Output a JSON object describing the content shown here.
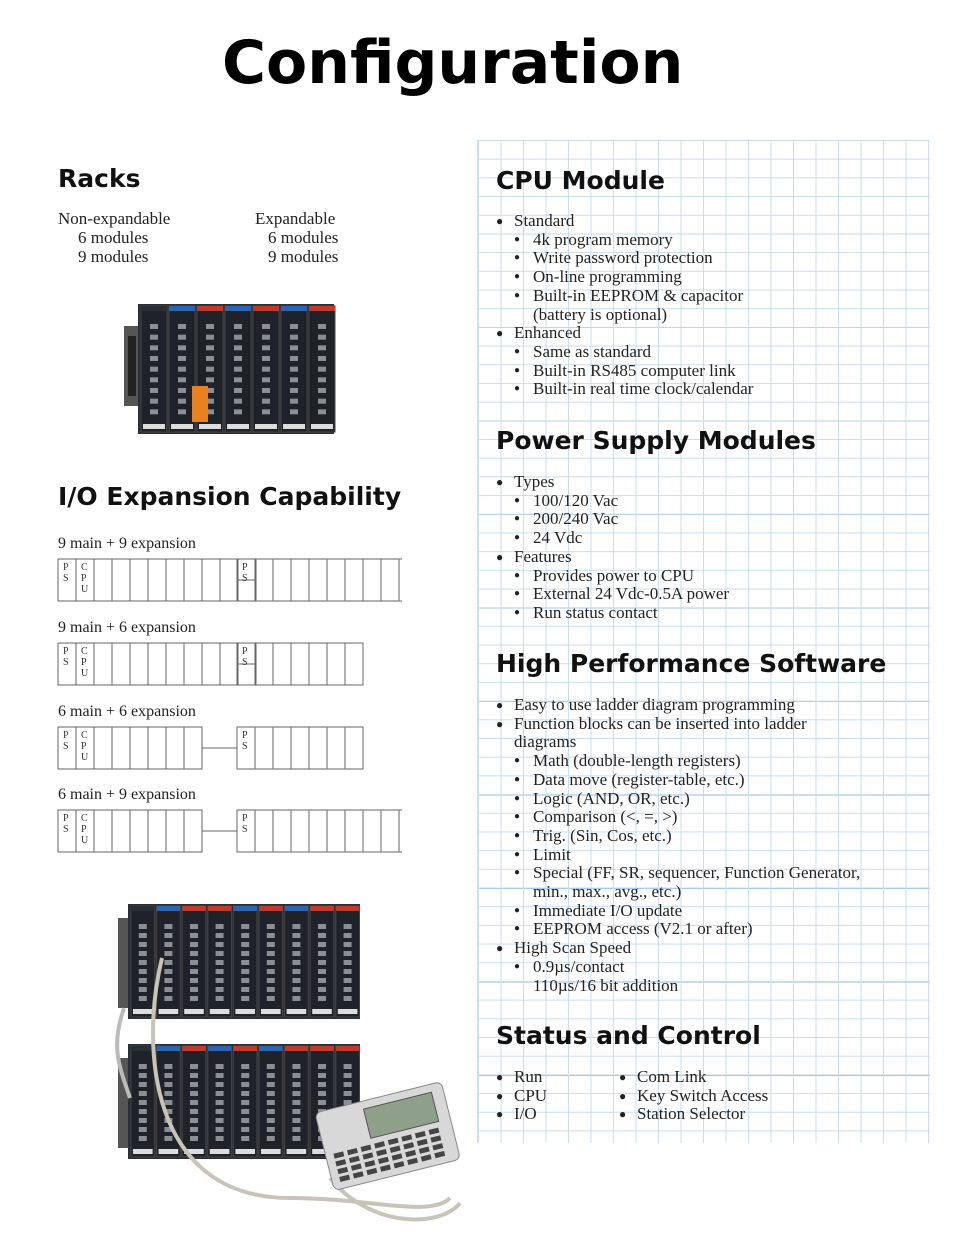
{
  "title": "Configuration",
  "racks": {
    "heading": "Racks",
    "col1": [
      "Non-expandable",
      "6 modules",
      "9 modules"
    ],
    "col2": [
      "Expandable",
      "6 modules",
      "9 modules"
    ]
  },
  "io": {
    "heading": "I/O Expansion Capability",
    "ps": [
      "P",
      "S"
    ],
    "cpu": [
      "C",
      "P",
      "U"
    ],
    "configs": [
      {
        "label": "9 main + 9 expansion",
        "main": 9,
        "expansion": 9,
        "main_slots": 9,
        "exp_slots": 9
      },
      {
        "label": "9 main + 6 expansion",
        "main": 9,
        "expansion": 6,
        "main_slots": 9,
        "exp_slots": 6
      },
      {
        "label": "6 main + 6 expansion",
        "main": 6,
        "expansion": 6,
        "main_slots": 6,
        "exp_slots": 6
      },
      {
        "label": "6 main + 9 expansion",
        "main": 6,
        "expansion": 9,
        "main_slots": 6,
        "exp_slots": 9
      }
    ]
  },
  "cpu": {
    "heading": "CPU Module",
    "items": [
      {
        "t": "Standard",
        "lvl": 0
      },
      {
        "t": "4k program memory",
        "lvl": 1
      },
      {
        "t": "Write password protection",
        "lvl": 1
      },
      {
        "t": "On-line programming",
        "lvl": 1
      },
      {
        "t": "Built-in EEPROM & capacitor",
        "lvl": 1
      },
      {
        "t": "(battery is optional)",
        "lvl": 2
      },
      {
        "t": "Enhanced",
        "lvl": 0
      },
      {
        "t": "Same as standard",
        "lvl": 1
      },
      {
        "t": "Built-in RS485 computer link",
        "lvl": 1
      },
      {
        "t": "Built-in real time clock/calendar",
        "lvl": 1
      }
    ]
  },
  "psu": {
    "heading": "Power Supply Modules",
    "items": [
      {
        "t": "Types",
        "lvl": 0
      },
      {
        "t": "100/120 Vac",
        "lvl": 1
      },
      {
        "t": "200/240 Vac",
        "lvl": 1
      },
      {
        "t": "24 Vdc",
        "lvl": 1
      },
      {
        "t": "Features",
        "lvl": 0
      },
      {
        "t": "Provides power to CPU",
        "lvl": 1
      },
      {
        "t": "External 24 Vdc-0.5A power",
        "lvl": 1
      },
      {
        "t": "Run status contact",
        "lvl": 1
      }
    ]
  },
  "software": {
    "heading": "High Performance Software",
    "items": [
      {
        "t": "Easy to use ladder diagram programming",
        "lvl": 0
      },
      {
        "t": "Function blocks can be inserted into ladder",
        "lvl": 0
      },
      {
        "t": "diagrams",
        "lvl": 3
      },
      {
        "t": "Math (double-length registers)",
        "lvl": 1
      },
      {
        "t": "Data move (register-table, etc.)",
        "lvl": 1
      },
      {
        "t": "Logic (AND, OR, etc.)",
        "lvl": 1
      },
      {
        "t": "Comparison (<, =, >)",
        "lvl": 1
      },
      {
        "t": "Trig. (Sin, Cos, etc.)",
        "lvl": 1
      },
      {
        "t": "Limit",
        "lvl": 1
      },
      {
        "t": "Special (FF, SR, sequencer, Function Generator,",
        "lvl": 1
      },
      {
        "t": "min., max., avg., etc.)",
        "lvl": 2
      },
      {
        "t": "Immediate I/O update",
        "lvl": 1
      },
      {
        "t": "EEPROM access (V2.1 or after)",
        "lvl": 1
      },
      {
        "t": "High Scan Speed",
        "lvl": 0
      },
      {
        "t": "0.9µs/contact",
        "lvl": 1
      },
      {
        "t": "110µs/16 bit addition",
        "lvl": 2
      }
    ]
  },
  "status": {
    "heading": "Status and Control",
    "col1": [
      "Run",
      "CPU",
      "I/O"
    ],
    "col2": [
      "Com Link",
      "Key Switch Access",
      "Station Selector"
    ]
  },
  "colors": {
    "grid_minor": "#c8ddf0",
    "grid_major": "#8fb9e3",
    "module_body": "#2a2f36",
    "module_red": "#c0392b",
    "module_blue": "#2c64b0",
    "module_orange": "#e8821e"
  }
}
